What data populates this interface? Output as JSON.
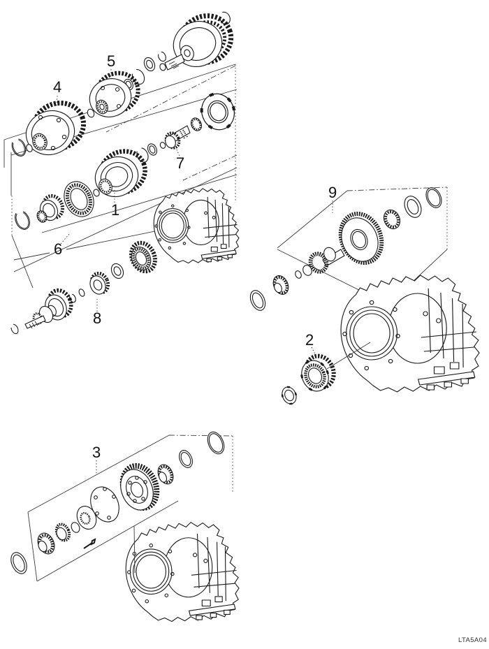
{
  "diagram": {
    "code": "LTA5A04",
    "callouts": {
      "1": "1",
      "2": "2",
      "3": "3",
      "4": "4",
      "5": "5",
      "6": "6",
      "7": "7",
      "8": "8",
      "9": "9"
    }
  }
}
